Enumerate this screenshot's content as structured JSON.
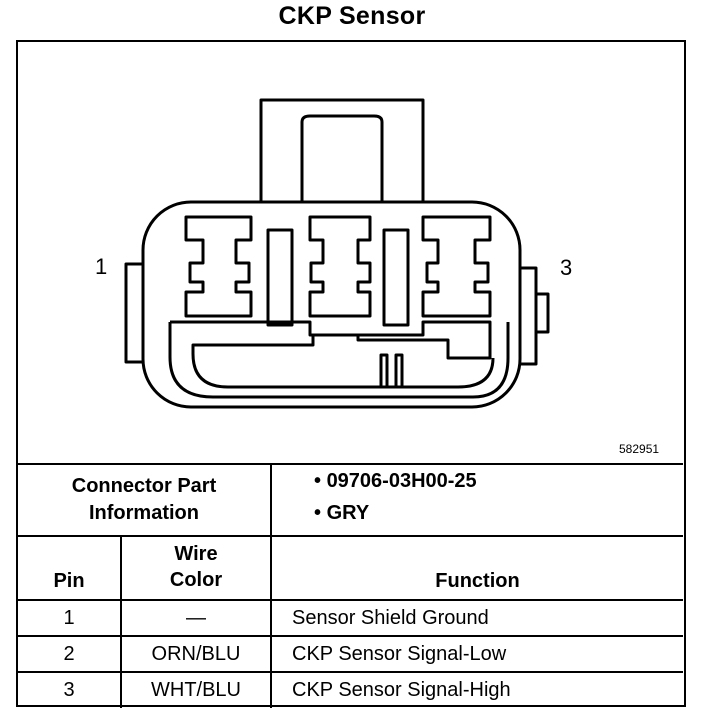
{
  "title": "CKP Sensor",
  "diagram": {
    "pin_left_label": "1",
    "pin_right_label": "3",
    "ref_number": "582951"
  },
  "connector_info": {
    "label": "Connector Part Information",
    "label_line1": "Connector Part",
    "label_line2": "Information",
    "items": [
      "09706-03H00-25",
      "GRY"
    ]
  },
  "table": {
    "headers": {
      "pin": "Pin",
      "wire_color_line1": "Wire",
      "wire_color_line2": "Color",
      "function": "Function"
    },
    "rows": [
      {
        "pin": "1",
        "wire_color": "—",
        "function": "Sensor Shield Ground"
      },
      {
        "pin": "2",
        "wire_color": "ORN/BLU",
        "function": "CKP Sensor Signal-Low"
      },
      {
        "pin": "3",
        "wire_color": "WHT/BLU",
        "function": "CKP Sensor Signal-High"
      }
    ]
  }
}
